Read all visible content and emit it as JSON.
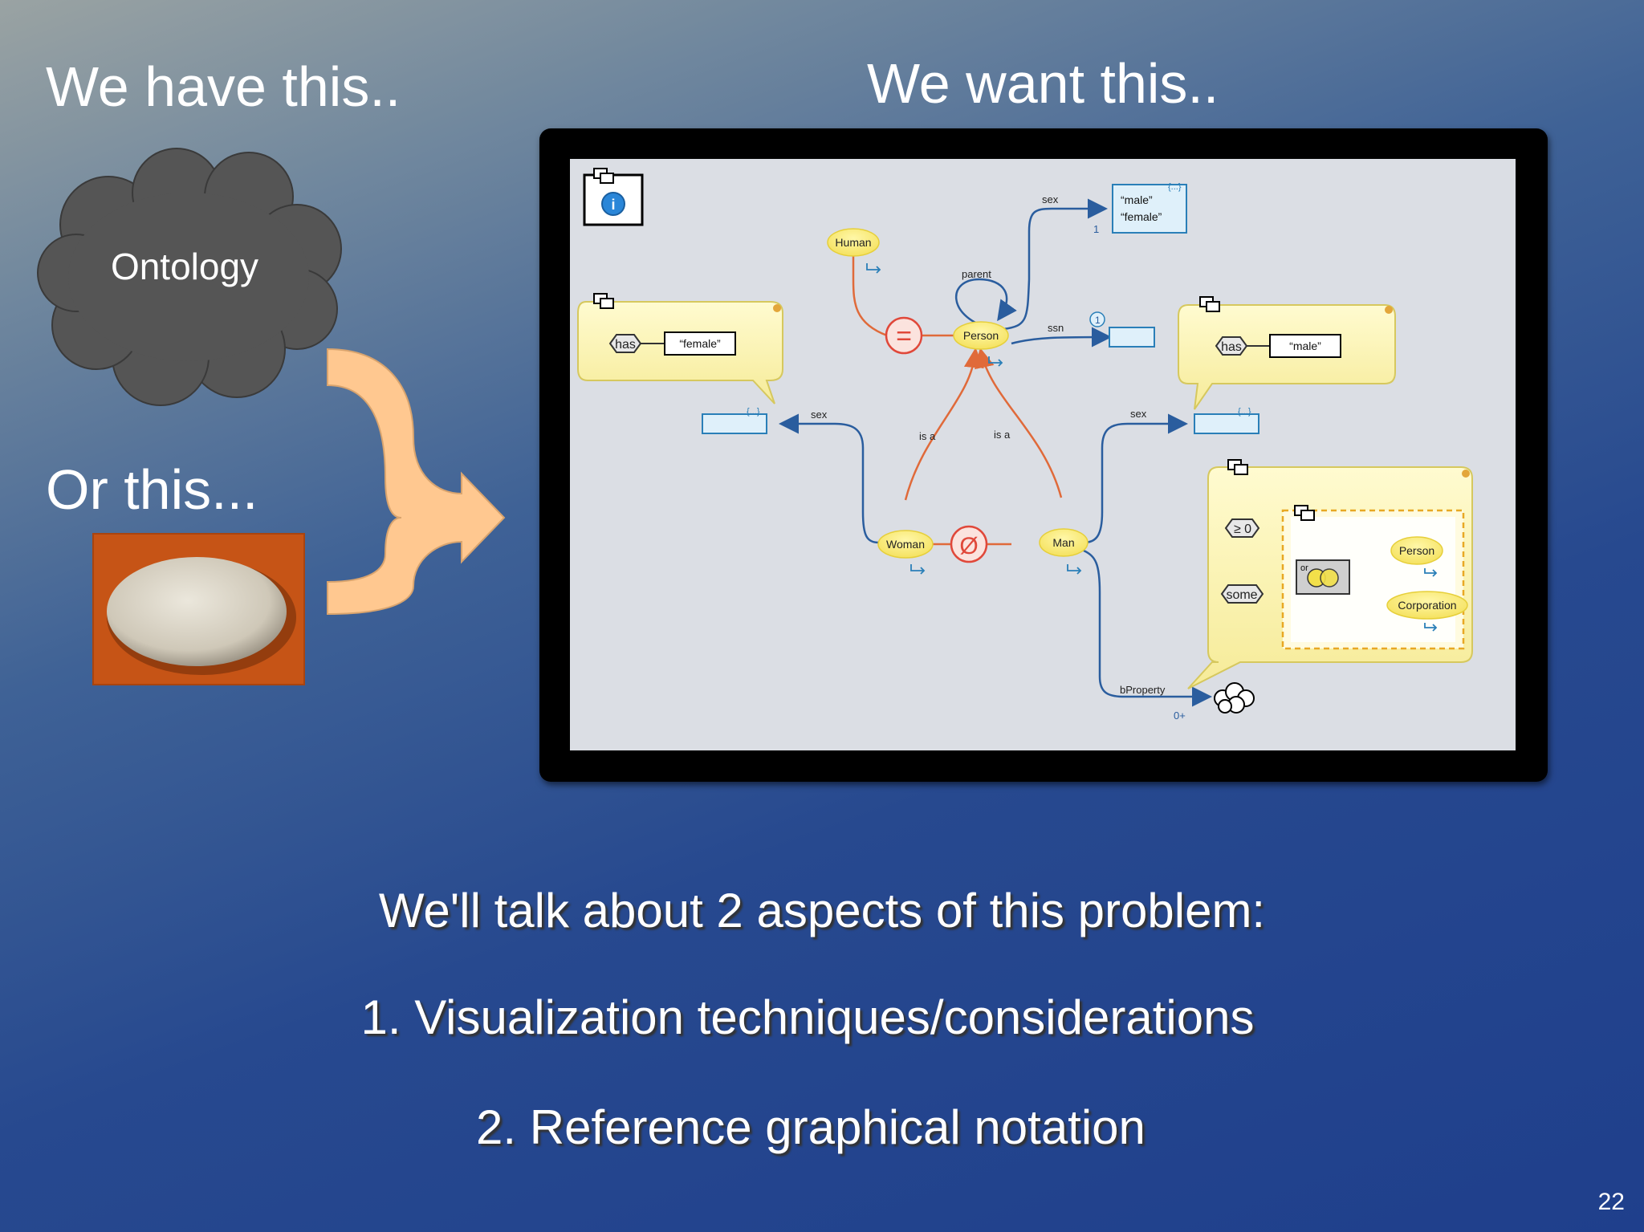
{
  "slide": {
    "title_have": "We have this..",
    "title_want": "We want this..",
    "title_or": "Or this...",
    "cloud_label": "Ontology",
    "intro": "We'll talk about 2 aspects of this problem:",
    "item_1": "1.  Visualization techniques/considerations",
    "item_2": "2. Reference graphical notation",
    "page_number": "22"
  },
  "diagram": {
    "nodes": {
      "human": "Human",
      "person": "Person",
      "woman": "Woman",
      "man": "Man",
      "person_union": "Person",
      "corporation": "Corporation"
    },
    "edges": {
      "parent": "parent",
      "sex_top": "sex",
      "ssn": "ssn",
      "sex_left": "sex",
      "sex_right": "sex",
      "is_a_left": "is a",
      "is_a_right": "is a",
      "bproperty": "bProperty"
    },
    "values": {
      "male": "“male”",
      "female": "“female”",
      "female_literal": "“female”",
      "male_literal": "“male”"
    },
    "badges": {
      "has_left": "has",
      "has_right": "has",
      "at_least_zero": "≥ 0",
      "some": "some",
      "or": "or",
      "set_brackets": "{...}",
      "card_one": "1",
      "card_zero_plus": "0+",
      "ssn_card": "1"
    },
    "symbols": {
      "equivalent": "=",
      "disjoint": "Ø",
      "info": "i"
    }
  }
}
